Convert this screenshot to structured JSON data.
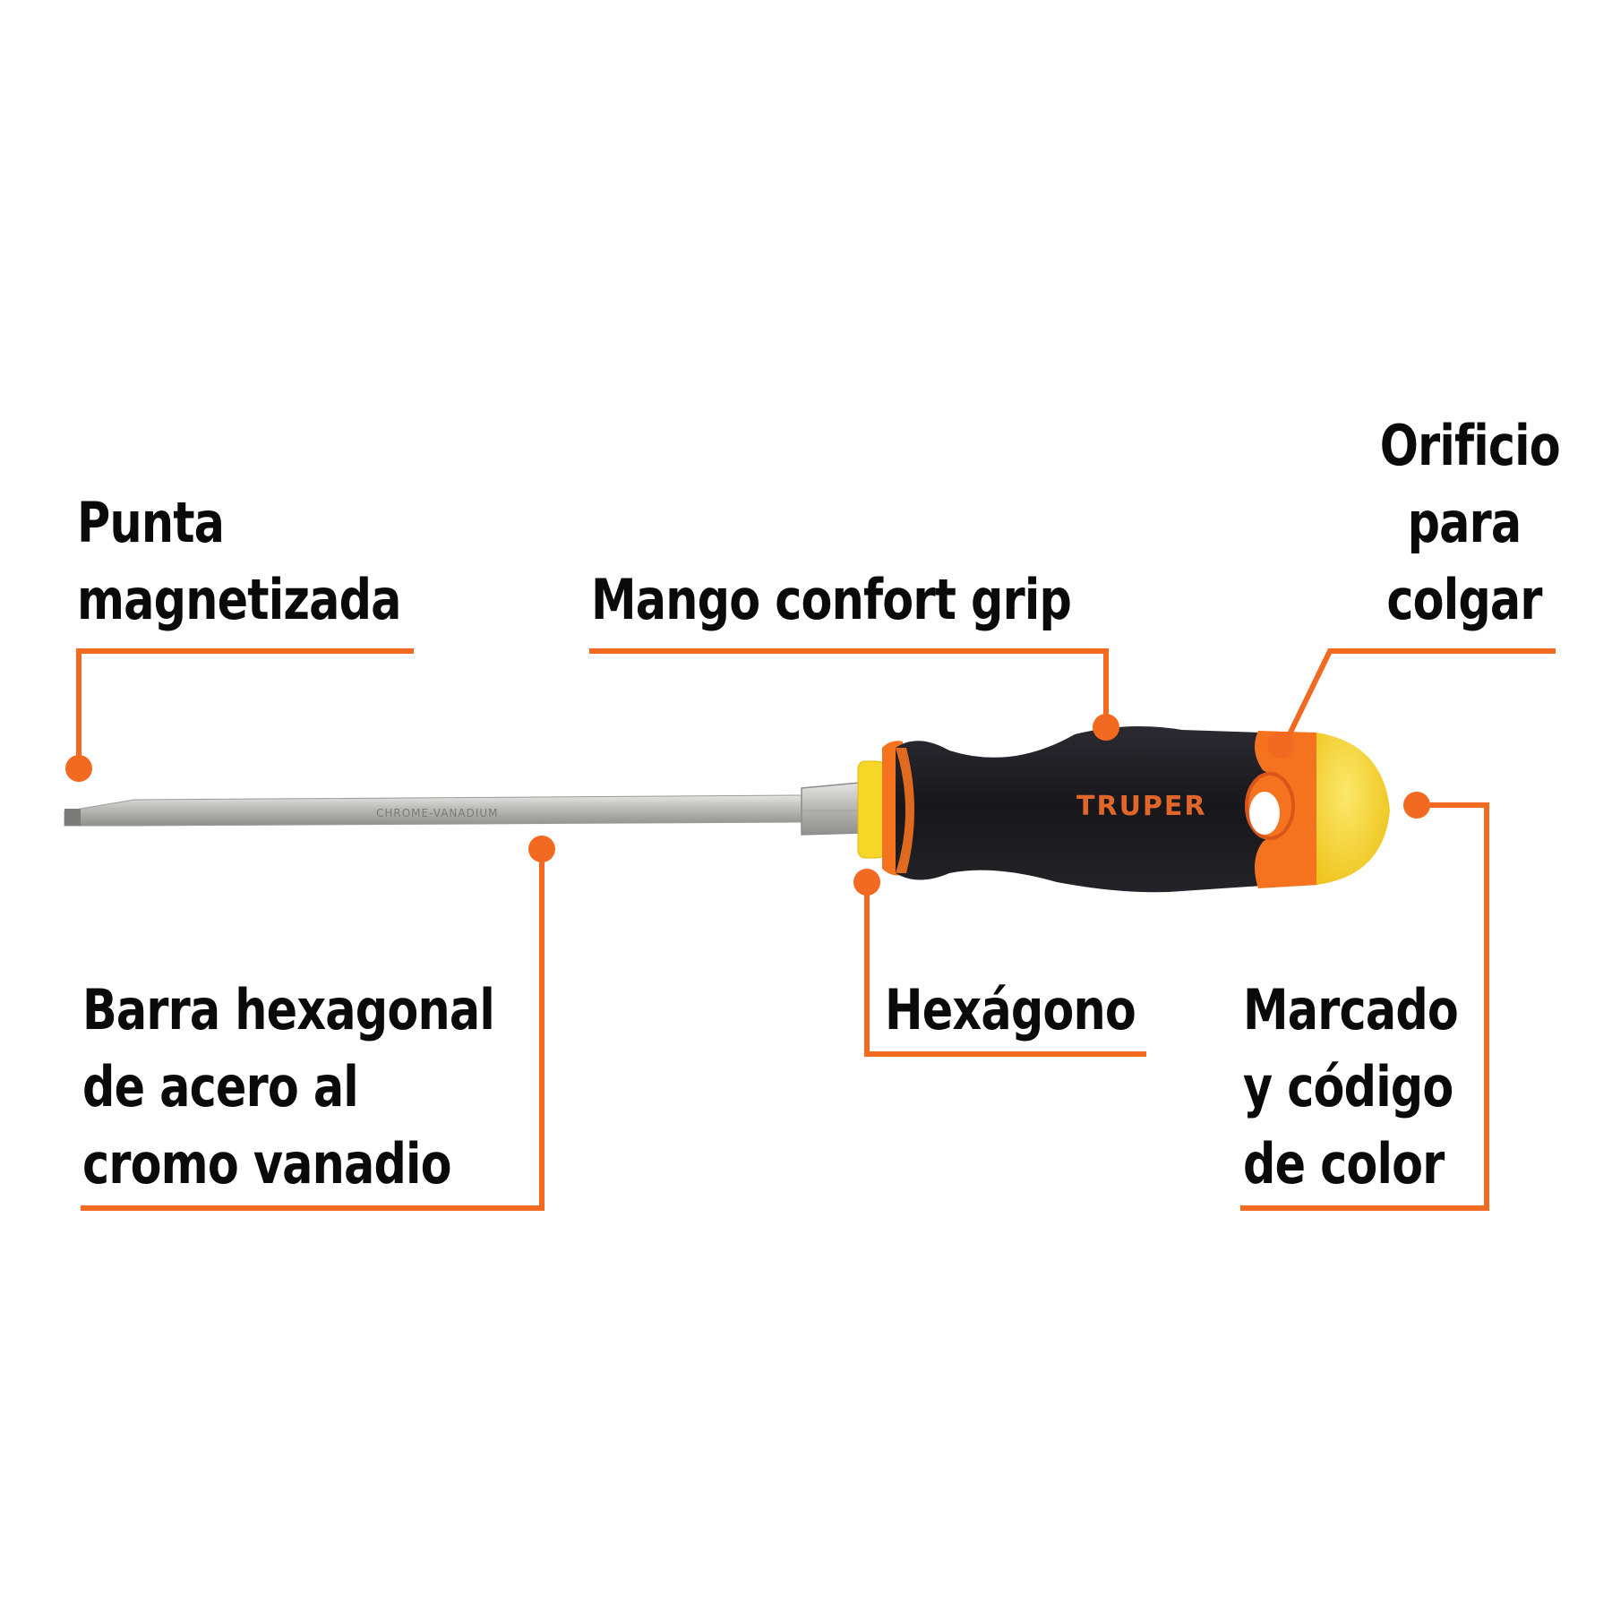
{
  "diagram": {
    "accent_color": "#f26a21",
    "product": {
      "brand": "TRUPER",
      "shaft_engraving": "CHROME-VANADIUM",
      "colors": {
        "handle_black": "#1c1b20",
        "handle_orange": "#f5731f",
        "cap_yellow": "#f7d82a",
        "steel": "#c8c8c6"
      }
    },
    "callouts": [
      {
        "id": "punta",
        "lines": [
          "Punta",
          "magnetizada"
        ]
      },
      {
        "id": "mango",
        "lines": [
          "Mango confort grip"
        ]
      },
      {
        "id": "orificio",
        "lines": [
          "Orificio",
          "para",
          "colgar"
        ]
      },
      {
        "id": "barra",
        "lines": [
          "Barra hexagonal",
          "de acero al",
          "cromo vanadio"
        ]
      },
      {
        "id": "hexagono",
        "lines": [
          "Hexágono"
        ]
      },
      {
        "id": "marcado",
        "lines": [
          "Marcado",
          "y código",
          "de color"
        ]
      }
    ]
  }
}
